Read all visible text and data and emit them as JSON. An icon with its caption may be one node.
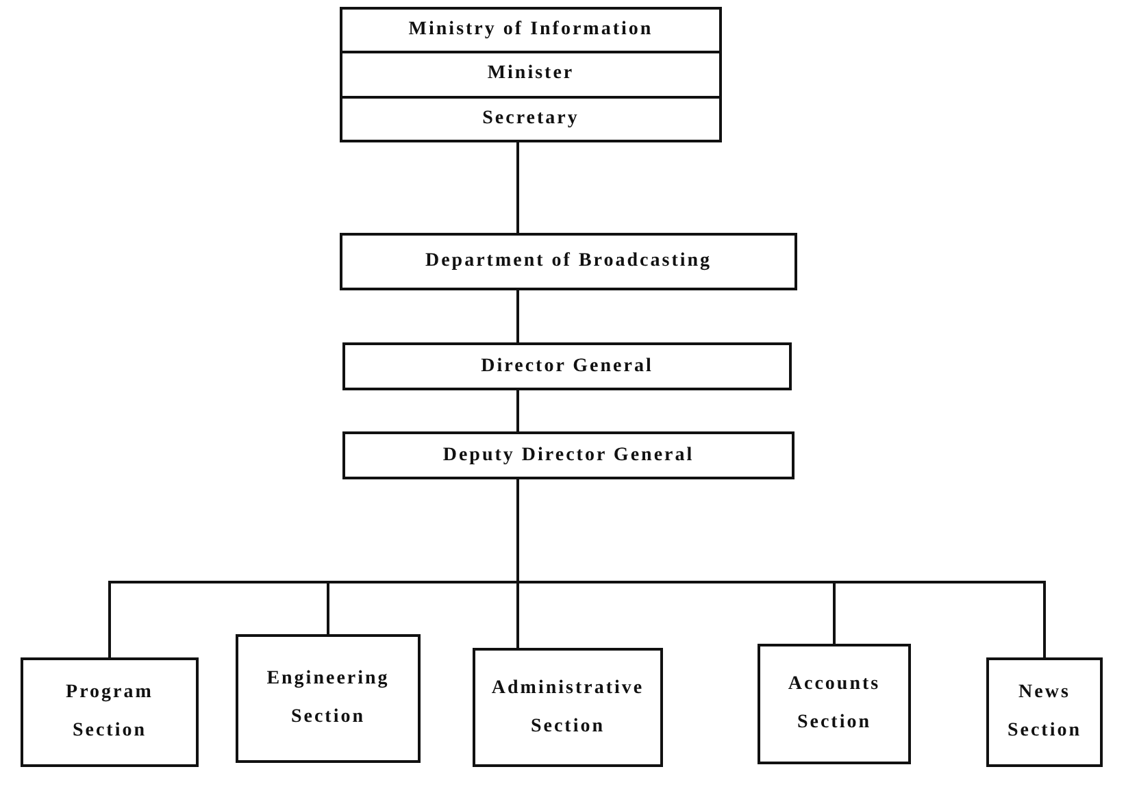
{
  "diagram": {
    "nodes": [
      {
        "text": [
          "Ministry of Information",
          "Minister",
          "Secretary"
        ]
      },
      {
        "text": [
          "Department of Broadcasting"
        ]
      },
      {
        "text": [
          "Director General"
        ]
      },
      {
        "text": [
          "Deputy Director General"
        ]
      },
      {
        "text": [
          "Program Section"
        ]
      },
      {
        "text": [
          "Engineering Section"
        ]
      },
      {
        "text": [
          "Administrative Section"
        ]
      },
      {
        "text": [
          "Accounts Section"
        ]
      },
      {
        "text": [
          "News Section"
        ]
      }
    ],
    "edges": [
      {
        "from": 0,
        "to": 1,
        "arrow": "none"
      },
      {
        "from": 1,
        "to": 2,
        "arrow": "none"
      },
      {
        "from": 2,
        "to": 3,
        "arrow": "none"
      },
      {
        "from": 3,
        "to": 4,
        "arrow": "none"
      },
      {
        "from": 3,
        "to": 5,
        "arrow": "none"
      },
      {
        "from": 3,
        "to": 6,
        "arrow": "none"
      },
      {
        "from": 3,
        "to": 7,
        "arrow": "none"
      },
      {
        "from": 3,
        "to": 8,
        "arrow": "none"
      }
    ]
  }
}
